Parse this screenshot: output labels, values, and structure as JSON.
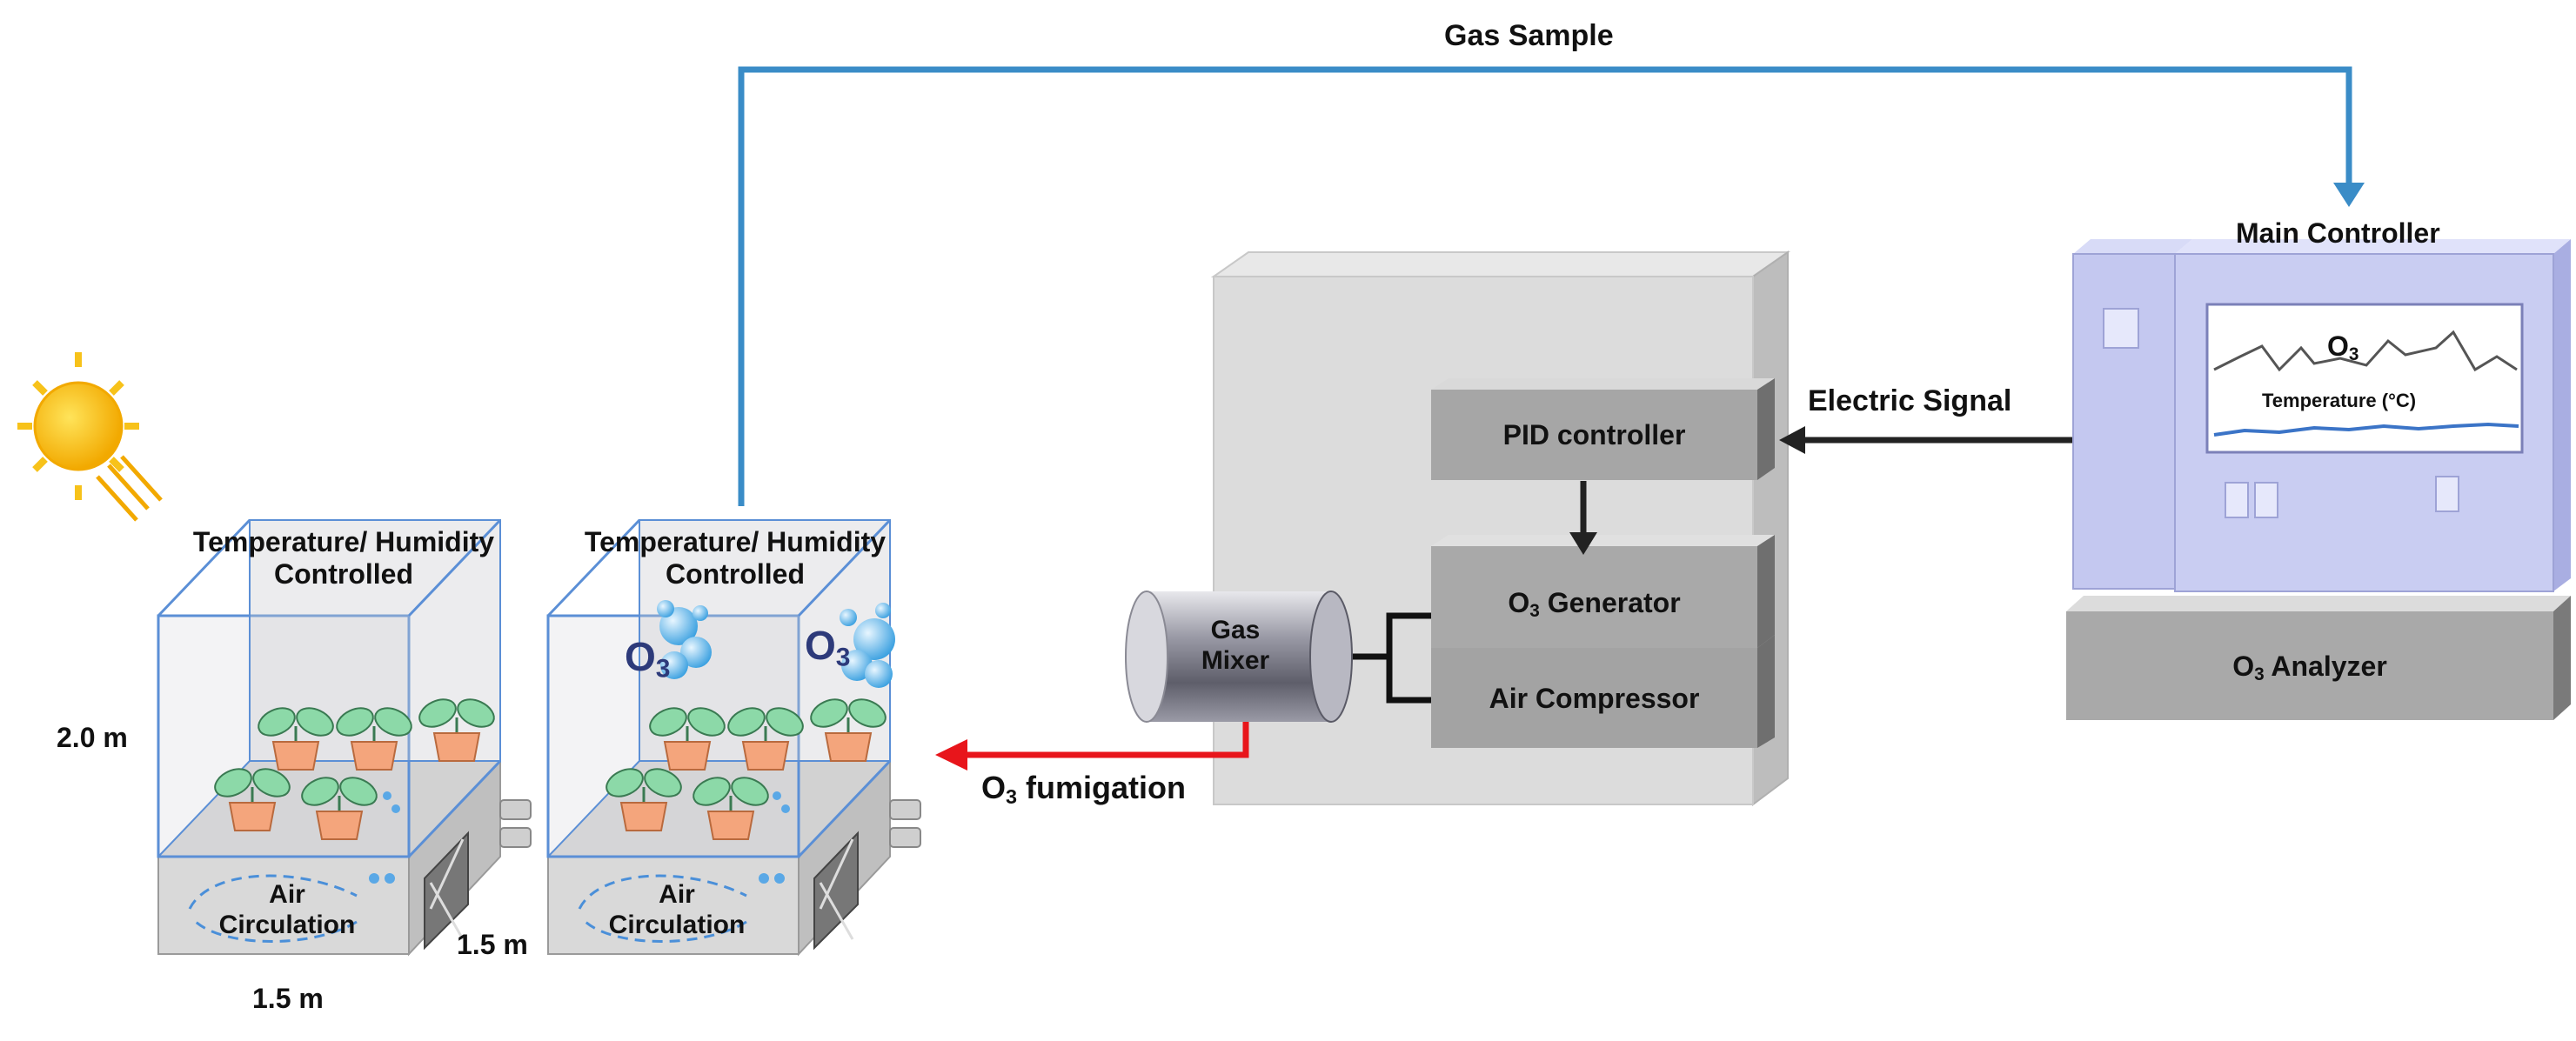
{
  "labels": {
    "gas_sample": "Gas Sample",
    "main_controller": "Main Controller",
    "electric_signal": "Electric Signal",
    "pid_controller": "PID controller",
    "o3_generator_pre": "O",
    "o3_generator_sub": "3",
    "o3_generator_post": " Generator",
    "air_compressor": "Air Compressor",
    "gas_mixer_line1": "Gas",
    "gas_mixer_line2": "Mixer",
    "o3_fumigation_pre": "O",
    "o3_fumigation_sub": "3",
    "o3_fumigation_post": " fumigation",
    "o3_analyzer_pre": "O",
    "o3_analyzer_sub": "3",
    "o3_analyzer_post": " Analyzer",
    "screen_o3_pre": "O",
    "screen_o3_sub": "3",
    "screen_temperature": "Temperature (°C)",
    "chamber1_line1": "Temperature/ Humidity",
    "chamber1_line2": "Controlled",
    "chamber2_line1": "Temperature/ Humidity",
    "chamber2_line2": "Controlled",
    "air_circulation_1_line1": "Air",
    "air_circulation_1_line2": "Circulation",
    "air_circulation_2_line1": "Air",
    "air_circulation_2_line2": "Circulation",
    "height": "2.0 m",
    "depth": "1.5 m",
    "width": "1.5 m",
    "o3_bubble_pre": "O",
    "o3_bubble_sub": "3"
  },
  "colors": {
    "gas_sample_line": "#3a8cc7",
    "fumigation_arrow": "#e8151b",
    "signal_arrow": "#222222",
    "controller_body": "#c9cdf2",
    "box_gray": "#d6d6d6",
    "chamber_edge": "#5b8fd6",
    "pot": "#f4a57c",
    "leaf": "#8cd9a8",
    "sun": "#f7c21a"
  },
  "icons": [
    "sun-icon",
    "plant-icon",
    "fan-icon",
    "ozone-bubble-icon",
    "gas-mixer-icon"
  ]
}
